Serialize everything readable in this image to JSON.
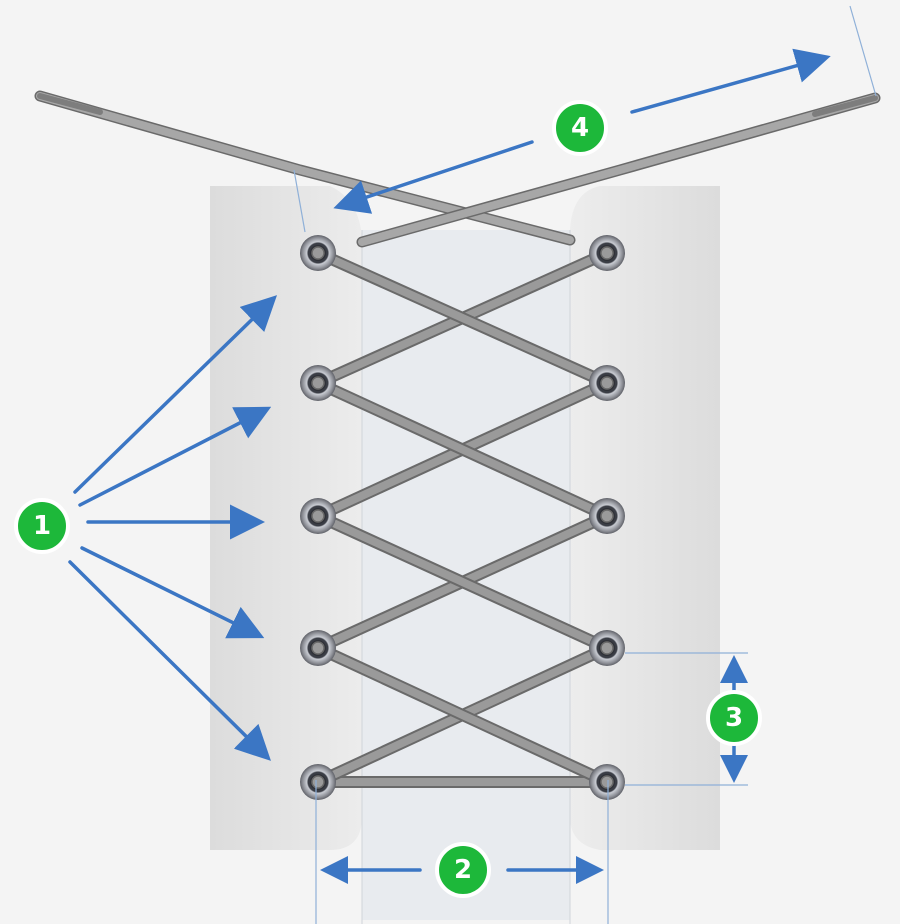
{
  "badges": {
    "eyelets": "1",
    "width": "2",
    "spacing": "3",
    "lace_ends": "4"
  },
  "colors": {
    "badge_fill": "#1db83a",
    "badge_ring": "#ffffff",
    "arrow": "#3b76c4",
    "lace": "#9a9a9a",
    "lace_dark": "#6a6a6a",
    "tongue": "#e8ebef",
    "shoe": "#e6e6e6",
    "eyelet_ring": "#8e9097",
    "guide_line": "#8fb0d8"
  },
  "icons": {
    "badge": "numbered-circle-badge",
    "arrow": "arrow-icon",
    "eyelet": "eyelet-ring-icon"
  }
}
